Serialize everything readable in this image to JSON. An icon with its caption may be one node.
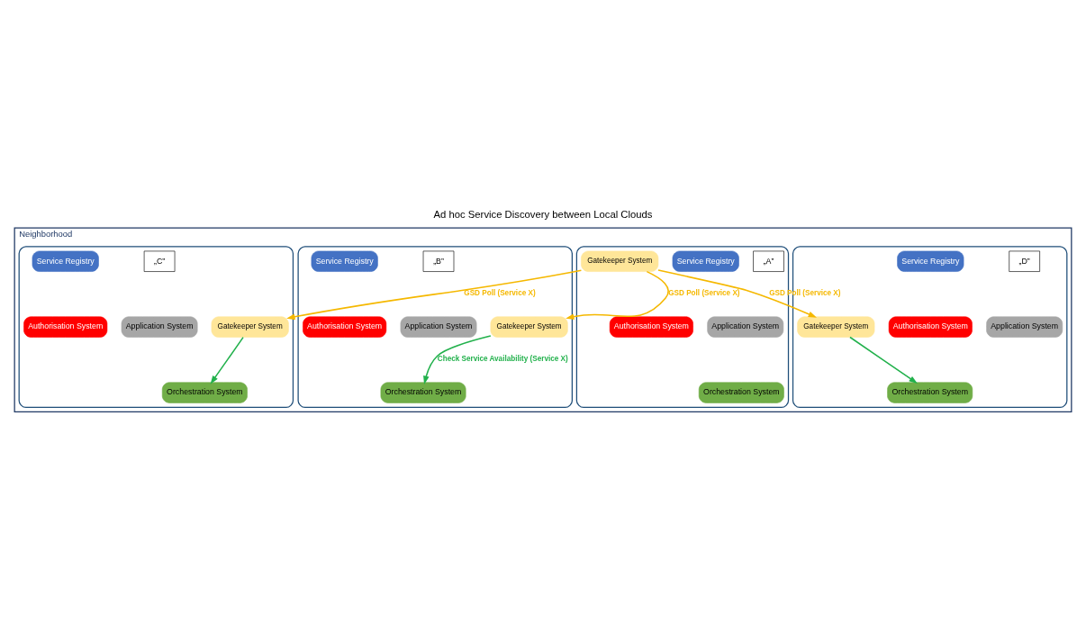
{
  "diagram": {
    "title": "Ad hoc Service Discovery between Local Clouds",
    "nodes": [
      {
        "text": [
          "Neighborhood"
        ]
      },
      {
        "text": [],
        "shape": "cloud",
        "in": 0
      },
      {
        "text": [
          "„D”"
        ],
        "in": 1
      },
      {
        "text": [
          "Application System"
        ],
        "in": 1
      },
      {
        "text": [
          "Service Registry"
        ],
        "in": 1
      },
      {
        "text": [
          "Orchestration System"
        ],
        "in": 1
      },
      {
        "text": [
          "Authorisation System"
        ],
        "in": 1
      },
      {
        "text": [
          "Gatekeeper System"
        ],
        "in": 1
      },
      {
        "text": [],
        "shape": "cloud",
        "in": 0
      },
      {
        "text": [
          "„A”"
        ],
        "in": 8
      },
      {
        "text": [
          "Application System"
        ],
        "in": 8
      },
      {
        "text": [
          "Service Registry"
        ],
        "in": 8
      },
      {
        "text": [
          "Orchestration System"
        ],
        "in": 8
      },
      {
        "text": [
          "Authorisation System"
        ],
        "in": 8
      },
      {
        "text": [
          "Gatekeeper System"
        ],
        "in": 8
      },
      {
        "text": [],
        "shape": "cloud",
        "in": 0
      },
      {
        "text": [
          "„B”"
        ],
        "in": 15
      },
      {
        "text": [
          "Application System"
        ],
        "in": 15
      },
      {
        "text": [
          "Service Registry"
        ],
        "in": 15
      },
      {
        "text": [
          "Orchestration System"
        ],
        "in": 15
      },
      {
        "text": [
          "Authorisation System"
        ],
        "in": 15
      },
      {
        "text": [
          "Gatekeeper System"
        ],
        "in": 15
      },
      {
        "text": [],
        "shape": "cloud",
        "in": 0
      },
      {
        "text": [
          "„C”"
        ],
        "in": 22
      },
      {
        "text": [
          "Application System"
        ],
        "in": 22
      },
      {
        "text": [
          "Service Registry"
        ],
        "in": 22
      },
      {
        "text": [
          "Orchestration System"
        ],
        "in": 22
      },
      {
        "text": [
          "Authorisation System"
        ],
        "in": 22
      },
      {
        "text": [
          "Gatekeeper System"
        ],
        "in": 22
      }
    ],
    "edges": [
      {
        "from": 14,
        "to": 7,
        "arrow": "to",
        "label": "GSD Poll (Service X)"
      },
      {
        "from": 14,
        "to": 28,
        "arrow": "to",
        "label": "GSD Poll (Service X)"
      },
      {
        "from": 14,
        "to": 21,
        "arrow": "to",
        "label": "GSD Poll (Service X)"
      },
      {
        "from": 7,
        "to": 5,
        "arrow": "to",
        "color": "#22b14c"
      },
      {
        "from": 28,
        "to": 26,
        "arrow": "to",
        "color": "#22b14c"
      },
      {
        "from": 21,
        "to": 19,
        "arrow": "to",
        "label": "Check Service Availability (Service X)",
        "color": "#22b14c"
      }
    ]
  }
}
